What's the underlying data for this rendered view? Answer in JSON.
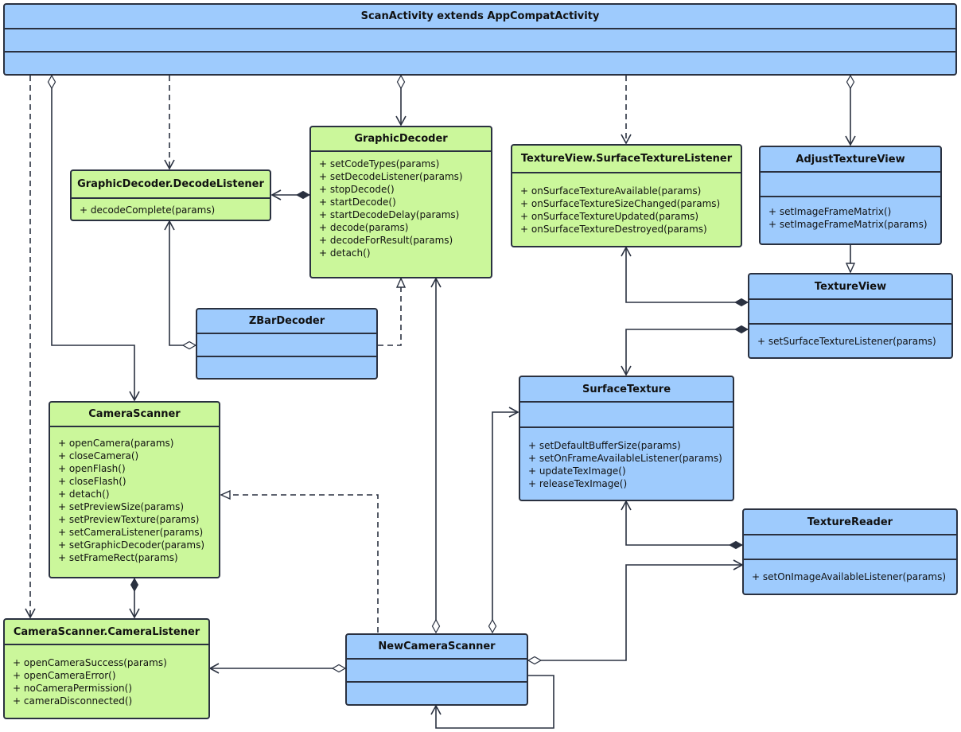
{
  "classes": {
    "scan_activity": {
      "name": "ScanActivity extends AppCompatActivity"
    },
    "graphic_decoder": {
      "name": "GraphicDecoder",
      "methods": [
        "+ setCodeTypes(params)",
        "+ setDecodeListener(params)",
        "+ stopDecode()",
        "+ startDecode()",
        "+ startDecodeDelay(params)",
        "+ decode(params)",
        "+ decodeForResult(params)",
        "+ detach()"
      ]
    },
    "decode_listener": {
      "name": "GraphicDecoder.DecodeListener",
      "methods": [
        "+ decodeComplete(params)"
      ]
    },
    "surface_texture_listener": {
      "name": "TextureView.SurfaceTextureListener",
      "methods": [
        "+ onSurfaceTextureAvailable(params)",
        "+ onSurfaceTextureSizeChanged(params)",
        "+ onSurfaceTextureUpdated(params)",
        "+ onSurfaceTextureDestroyed(params)"
      ]
    },
    "adjust_texture_view": {
      "name": "AdjustTextureView",
      "methods": [
        "+ setImageFrameMatrix()",
        "+ setImageFrameMatrix(params)"
      ]
    },
    "texture_view": {
      "name": "TextureView",
      "methods": [
        "+ setSurfaceTextureListener(params)"
      ]
    },
    "zbar_decoder": {
      "name": "ZBarDecoder"
    },
    "camera_scanner": {
      "name": "CameraScanner",
      "methods": [
        "+ openCamera(params)",
        "+ closeCamera()",
        "+ openFlash()",
        "+ closeFlash()",
        "+ detach()",
        "+ setPreviewSize(params)",
        "+ setPreviewTexture(params)",
        "+ setCameraListener(params)",
        "+ setGraphicDecoder(params)",
        "+ setFrameRect(params)"
      ]
    },
    "surface_texture": {
      "name": "SurfaceTexture",
      "methods": [
        "+ setDefaultBufferSize(params)",
        "+ setOnFrameAvailableListener(params)",
        "+ updateTexImage()",
        "+ releaseTexImage()"
      ]
    },
    "texture_reader": {
      "name": "TextureReader",
      "methods": [
        "+ setOnImageAvailableListener(params)"
      ]
    },
    "camera_listener": {
      "name": "CameraScanner.CameraListener",
      "methods": [
        "+ openCameraSuccess(params)",
        "+ openCameraError()",
        "+ noCameraPermission()",
        "+ cameraDisconnected()"
      ]
    },
    "new_camera_scanner": {
      "name": "NewCameraScanner"
    }
  },
  "colors": {
    "interface_fill": "#cbf79b",
    "class_fill": "#9ecbfd",
    "border": "#2a3140"
  }
}
